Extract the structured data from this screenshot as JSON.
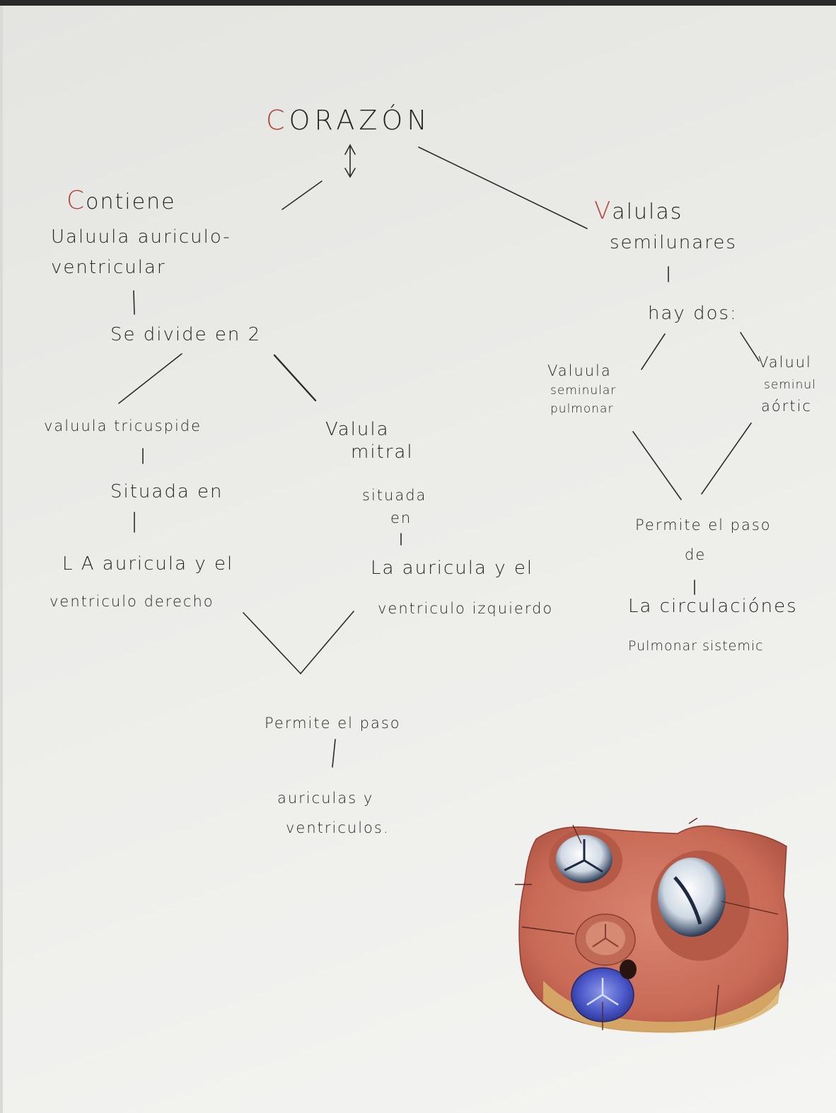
{
  "diagram": {
    "title_initial": "C",
    "title_rest": "ORAZÓN",
    "contiene": {
      "initial": "C",
      "rest": "ontiene",
      "text_line1": "Ualuula auriculo-",
      "text_line2": "ventricular",
      "divide": "Se divide en 2"
    },
    "tricuspide": {
      "name": "valuula tricuspide",
      "situada": "Situada en",
      "loc_line1": "L A auricula y el",
      "loc_line2": "ventriculo derecho"
    },
    "mitral": {
      "name_line1": "Valula",
      "name_line2": "mitral",
      "situada_line1": "situada",
      "situada_line2": "en",
      "loc_line1": "La auricula y el",
      "loc_line2": "ventriculo izquierdo"
    },
    "bottom": {
      "permite": "Permite el paso",
      "result_line1": "auriculas y",
      "result_line2": "ventriculos."
    },
    "semilunares": {
      "initial": "V",
      "rest": "alulas",
      "line2": "semilunares",
      "hay_dos": "hay dos:",
      "pulmonar_line1": "Valuula",
      "pulmonar_line2": "seminular",
      "pulmonar_line3": "pulmonar",
      "aortica_line1": "Valuul",
      "aortica_line2": "seminul",
      "aortica_line3": "aórtic",
      "permite_line1": "Permite el paso",
      "permite_line2": "de",
      "circ_line1": "La circulaciónes",
      "circ_line2": "Pulmonar sistemic"
    }
  },
  "colors": {
    "ink": "#262626",
    "red_ink": "#b8443f",
    "paper": "#ecece9"
  }
}
